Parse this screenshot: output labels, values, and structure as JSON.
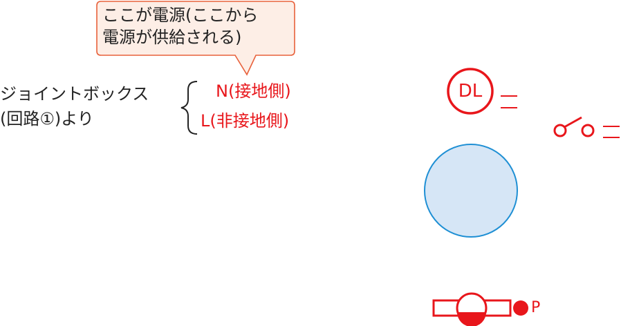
{
  "callout": {
    "line1": "ここが電源(ここから",
    "line2": "電源が供給される)"
  },
  "junction_box": {
    "line1": "ジョイントボックス",
    "line2": "(回路①)より"
  },
  "wires": {
    "neutral": "N(接地側)",
    "live": "L(非接地側)"
  },
  "symbols": {
    "downlight_label": "DL",
    "outlet_label": "P"
  },
  "colors": {
    "red": "#e8161b",
    "callout_fill": "#fdeee6",
    "callout_border": "#e8603a",
    "light_fill": "#d6e6f6",
    "light_border": "#1e8fd4"
  }
}
